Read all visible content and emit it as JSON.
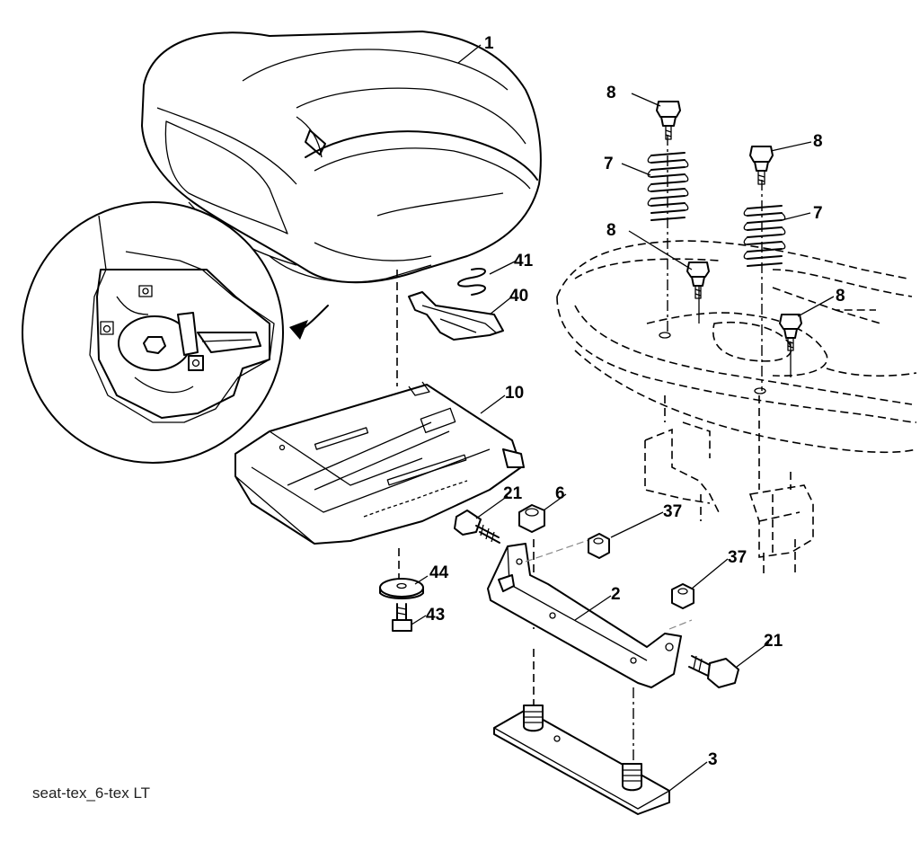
{
  "callouts": {
    "c1": "1",
    "c2": "2",
    "c3": "3",
    "c6": "6",
    "c7a": "7",
    "c7b": "7",
    "c8a": "8",
    "c8b": "8",
    "c8c": "8",
    "c8d": "8",
    "c10": "10",
    "c21a": "21",
    "c21b": "21",
    "c37a": "37",
    "c37b": "37",
    "c40": "40",
    "c41": "41",
    "c43": "43",
    "c44": "44"
  },
  "caption": "seat-tex_6-tex LT"
}
